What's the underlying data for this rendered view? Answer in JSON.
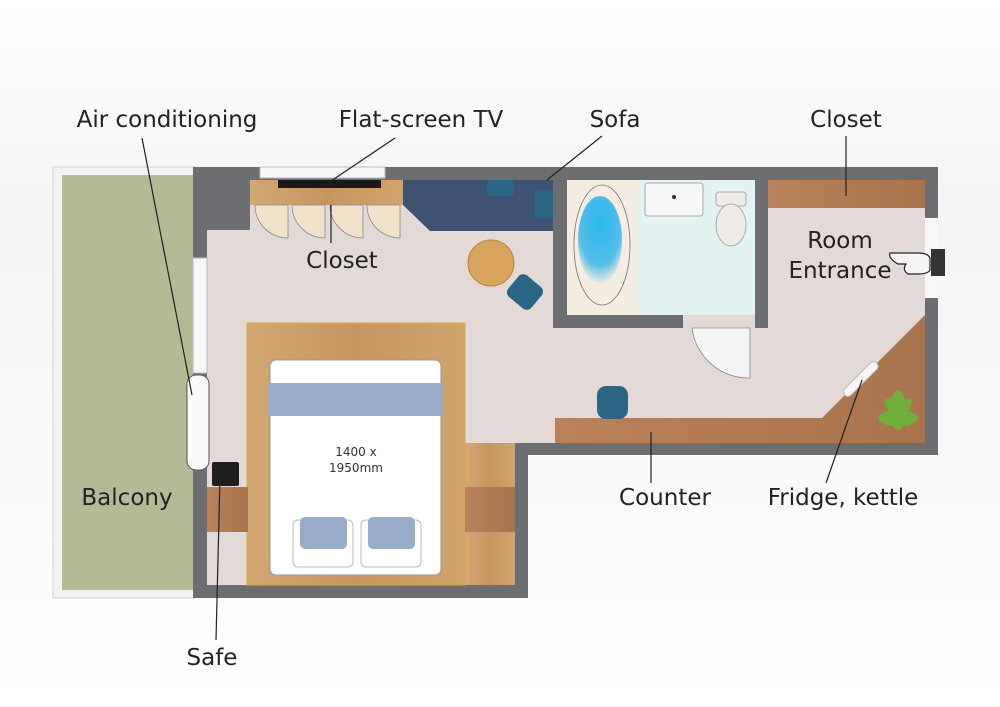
{
  "labels": {
    "air_conditioning": "Air conditioning",
    "tv": "Flat-screen TV",
    "sofa": "Sofa",
    "closet_right": "Closet",
    "closet_left": "Closet",
    "room_entrance_1": "Room",
    "room_entrance_2": "Entrance",
    "balcony": "Balcony",
    "counter": "Counter",
    "fridge_kettle": "Fridge, kettle",
    "safe": "Safe"
  },
  "bed": {
    "size_line1": "1400 x",
    "size_line2": "1950mm"
  },
  "colors": {
    "wall": "#6d6e71",
    "floor": "#e3d9d6",
    "balcony": "#b6b996",
    "wood": "#c89a66",
    "sofa": "#3e5273",
    "bed_band": "#97adca",
    "chair": "#2b6584"
  }
}
